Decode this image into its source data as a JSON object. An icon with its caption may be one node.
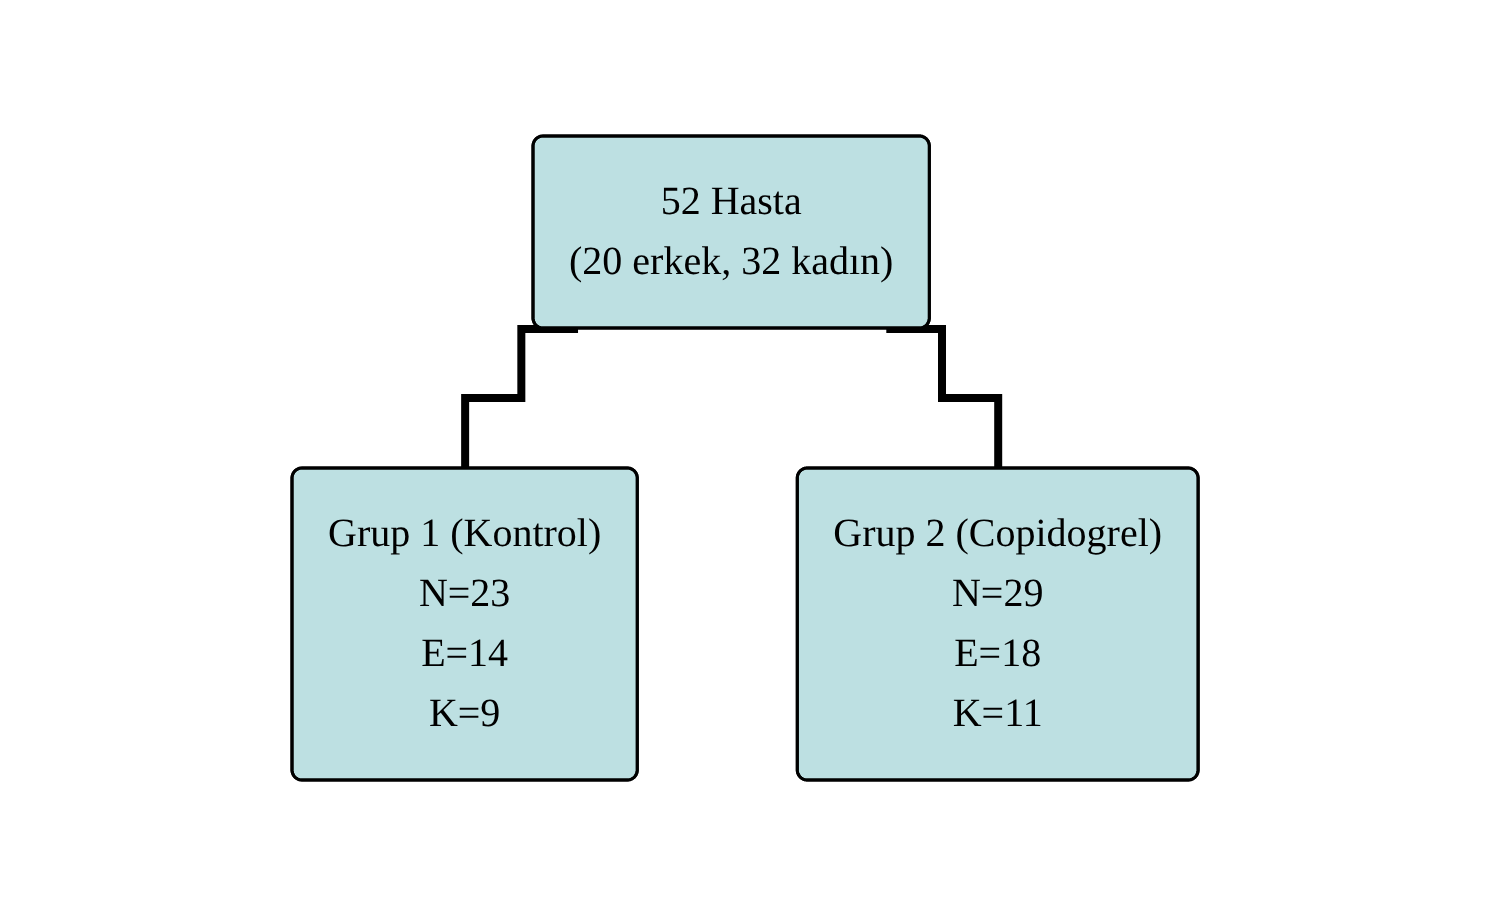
{
  "diagram": {
    "nodes": [
      {
        "text": [
          "52  Hasta",
          "(20 erkek, 32 kadın)"
        ]
      },
      {
        "text": [
          "Grup 1 (Kontrol)",
          "N=23",
          "E=14",
          "K=9"
        ]
      },
      {
        "text": [
          "Grup 2 (Copidogrel)",
          "N=29",
          "E=18",
          "K=11"
        ]
      }
    ],
    "edges": [
      {
        "from": 0,
        "to": 1,
        "arrow": "none"
      },
      {
        "from": 0,
        "to": 2,
        "arrow": "none"
      }
    ]
  }
}
